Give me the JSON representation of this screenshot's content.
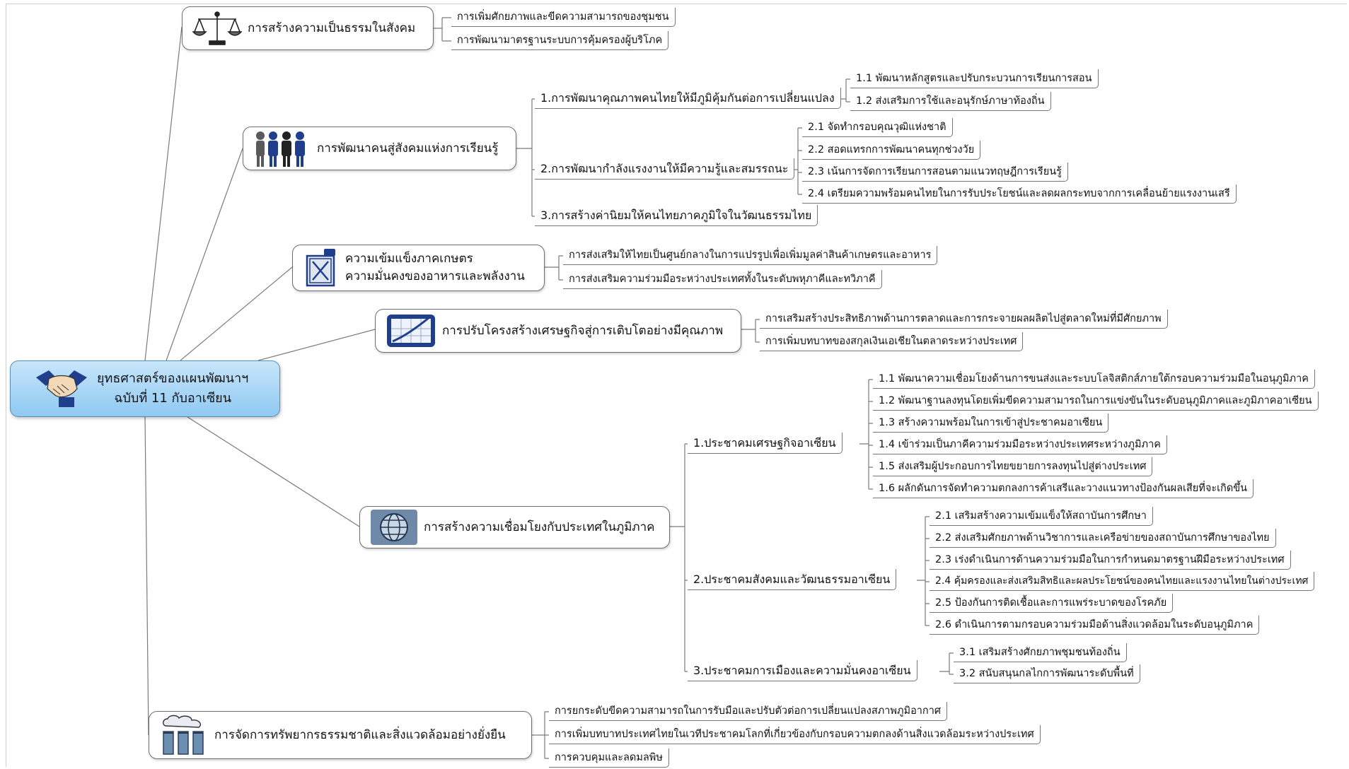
{
  "root": {
    "line1": "ยุทธศาสตร์ของแผนพัฒนาฯ",
    "line2": "ฉบับที่ 11 กับอาเซียน",
    "icon": "handshake-icon"
  },
  "topics": {
    "justice": {
      "label": "การสร้างความเป็นธรรมในสังคม",
      "icon": "scales-icon",
      "children": [
        "การเพิ่มศักยภาพและขีดความสามารถของชุมชน",
        "การพัฒนามาตรฐานระบบการคุ้มครองผู้บริโภค"
      ]
    },
    "learning": {
      "label": "การพัฒนาคนสู่สังคมแห่งการเรียนรู้",
      "icon": "people-icon",
      "sub1": {
        "label": "1.การพัฒนาคุณภาพคนไทยให้มีภูมิคุ้มกันต่อการเปลี่ยนแปลง",
        "children": [
          "1.1 พัฒนาหลักสูตรและปรับกระบวนการเรียนการสอน",
          "1.2 ส่งเสริมการใช้และอนุรักษ์ภาษาท้องถิ่น"
        ]
      },
      "sub2": {
        "label": "2.การพัฒนากำลังแรงงานให้มีความรู้และสมรรถนะ",
        "children": [
          "2.1 จัดทำกรอบคุณวุฒิแห่งชาติ",
          "2.2 สอดแทรกการพัฒนาคนทุกช่วงวัย",
          "2.3 เน้นการจัดการเรียนการสอนตามแนวทฤษฎีการเรียนรู้",
          "2.4 เตรียมความพร้อมคนไทยในการรับประโยชน์และลดผลกระทบจากการเคลื่อนย้ายแรงงานเสรี"
        ]
      },
      "sub3": {
        "label": "3.การสร้างค่านิยมให้คนไทยภาคภูมิใจในวัฒนธรรมไทย"
      }
    },
    "agri": {
      "line1": "ความเข้มแข็งภาคเกษตร",
      "line2": "ความมั่นคงของอาหารและพลังงาน",
      "icon": "fuel-can-icon",
      "children": [
        "การส่งเสริมให้ไทยเป็นศูนย์กลางในการแปรรูปเพื่อเพิ่มมูลค่าสินค้าเกษตรและอาหาร",
        "การส่งเสริมความร่วมมือระหว่างประเทศทั้งในระดับพหุภาคีและทวิภาคี"
      ]
    },
    "economy": {
      "label": "การปรับโครงสร้างเศรษฐกิจสู่การเติบโตอย่างมีคุณภาพ",
      "icon": "chart-icon",
      "children": [
        "การเสริมสร้างประสิทธิภาพด้านการตลาดและการกระจายผลผลิตไปสู่ตลาดใหม่ที่มีศักยภาพ",
        "การเพิ่มบทบาทของสกุลเงินเอเชียในตลาดระหว่างประเทศ"
      ]
    },
    "connect": {
      "label": "การสร้างความเชื่อมโยงกับประเทศในภูมิภาค",
      "icon": "globe-icon",
      "sub1": {
        "label": "1.ประชาคมเศรษฐกิจอาเซียน",
        "children": [
          "1.1 พัฒนาความเชื่อมโยงด้านการขนส่งและระบบโลจิสติกส์ภายใต้กรอบความร่วมมือในอนุภูมิภาค",
          "1.2 พัฒนาฐานลงทุนโดยเพิ่มขีดความสามารถในการแข่งขันในระดับอนุภูมิภาคและภูมิภาคอาเซียน",
          "1.3 สร้างความพร้อมในการเข้าสู่ประชาคมอาเซียน",
          "1.4 เข้าร่วมเป็นภาคีความร่วมมือระหว่างประเทศระหว่างภูมิภาค",
          "1.5 ส่งเสริมผู้ประกอบการไทยขยายการลงทุนไปสู่ต่างประเทศ",
          "1.6 ผลักดันการจัดทำความตกลงการค้าเสรีและวางแนวทางป้องกันผลเสียที่จะเกิดขึ้น"
        ]
      },
      "sub2": {
        "label": "2.ประชาคมสังคมและวัฒนธรรมอาเซียน",
        "children": [
          "2.1 เสริมสร้างความเข้มแข็งให้สถาบันการศึกษา",
          "2.2 ส่งเสริมศักยภาพด้านวิชาการและเครือข่ายของสถาบันการศึกษาของไทย",
          "2.3 เร่งดำเนินการด้านความร่วมมือในการกำหนดมาตรฐานฝีมือระหว่างประเทศ",
          "2.4 คุ้มครองและส่งเสริมสิทธิและผลประโยชน์ของคนไทยและแรงงานไทยในต่างประเทศ",
          "2.5 ป้องกันการติดเชื้อและการแพร่ระบาดของโรคภัย",
          "2.6 ดำเนินการตามกรอบความร่วมมือด้านสิ่งแวดล้อมในระดับอนุภูมิภาค"
        ]
      },
      "sub3": {
        "label": "3.ประชาคมการเมืองและความมั่นคงอาเซียน",
        "children": [
          "3.1 เสริมสร้างศักยภาพชุมชนท้องถิ่น",
          "3.2 สนับสนุนกลไกการพัฒนาระดับพื้นที่"
        ]
      }
    },
    "env": {
      "label": "การจัดการทรัพยากรธรรมชาติและสิ่งแวดล้อมอย่างยั่งยืน",
      "icon": "factory-icon",
      "children": [
        "การยกระดับขีดความสามารถในการรับมือและปรับตัวต่อการเปลี่ยนแปลงสภาพภูมิอากาศ",
        "การเพิ่มบทบาทประเทศไทยในเวทีประชาคมโลกที่เกี่ยวข้องกับกรอบความตกลงด้านสิ่งแวดล้อมระหว่างประเทศ",
        "การควบคุมและลดมลพิษ"
      ]
    }
  }
}
